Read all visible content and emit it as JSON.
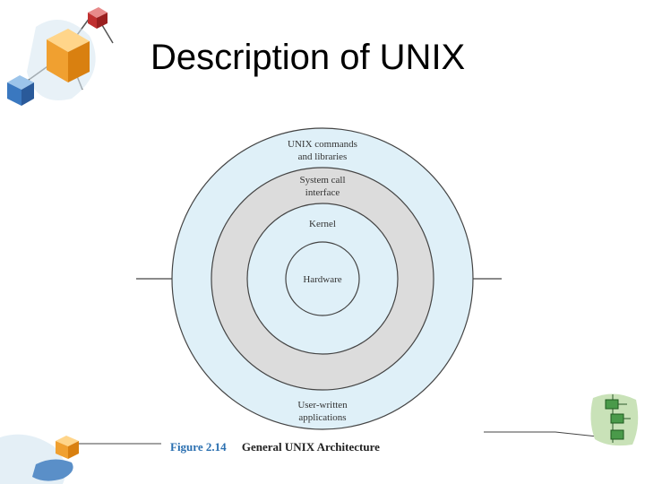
{
  "slide": {
    "title": "Description of UNIX"
  },
  "diagram": {
    "layers": [
      {
        "id": "commands",
        "label_lines": [
          "UNIX commands",
          "and libraries"
        ],
        "fill": "#dff0f8"
      },
      {
        "id": "syscall",
        "label_lines": [
          "System call",
          "interface"
        ],
        "fill": "#dcdcdc"
      },
      {
        "id": "kernel",
        "label_lines": [
          "Kernel"
        ],
        "fill": "#dff0f8"
      },
      {
        "id": "hardware",
        "label_lines": [
          "Hardware"
        ],
        "fill": "#dff0f8"
      }
    ],
    "bottom_label_lines": [
      "User-written",
      "applications"
    ],
    "stroke_color": "#444444"
  },
  "caption": {
    "number": "Figure 2.14",
    "text": "General UNIX Architecture"
  },
  "decorations": {
    "top_left": "molecule-cubes-icon",
    "bottom_left": "hand-with-cube-icon",
    "bottom_right": "flowchart-boxes-icon"
  }
}
